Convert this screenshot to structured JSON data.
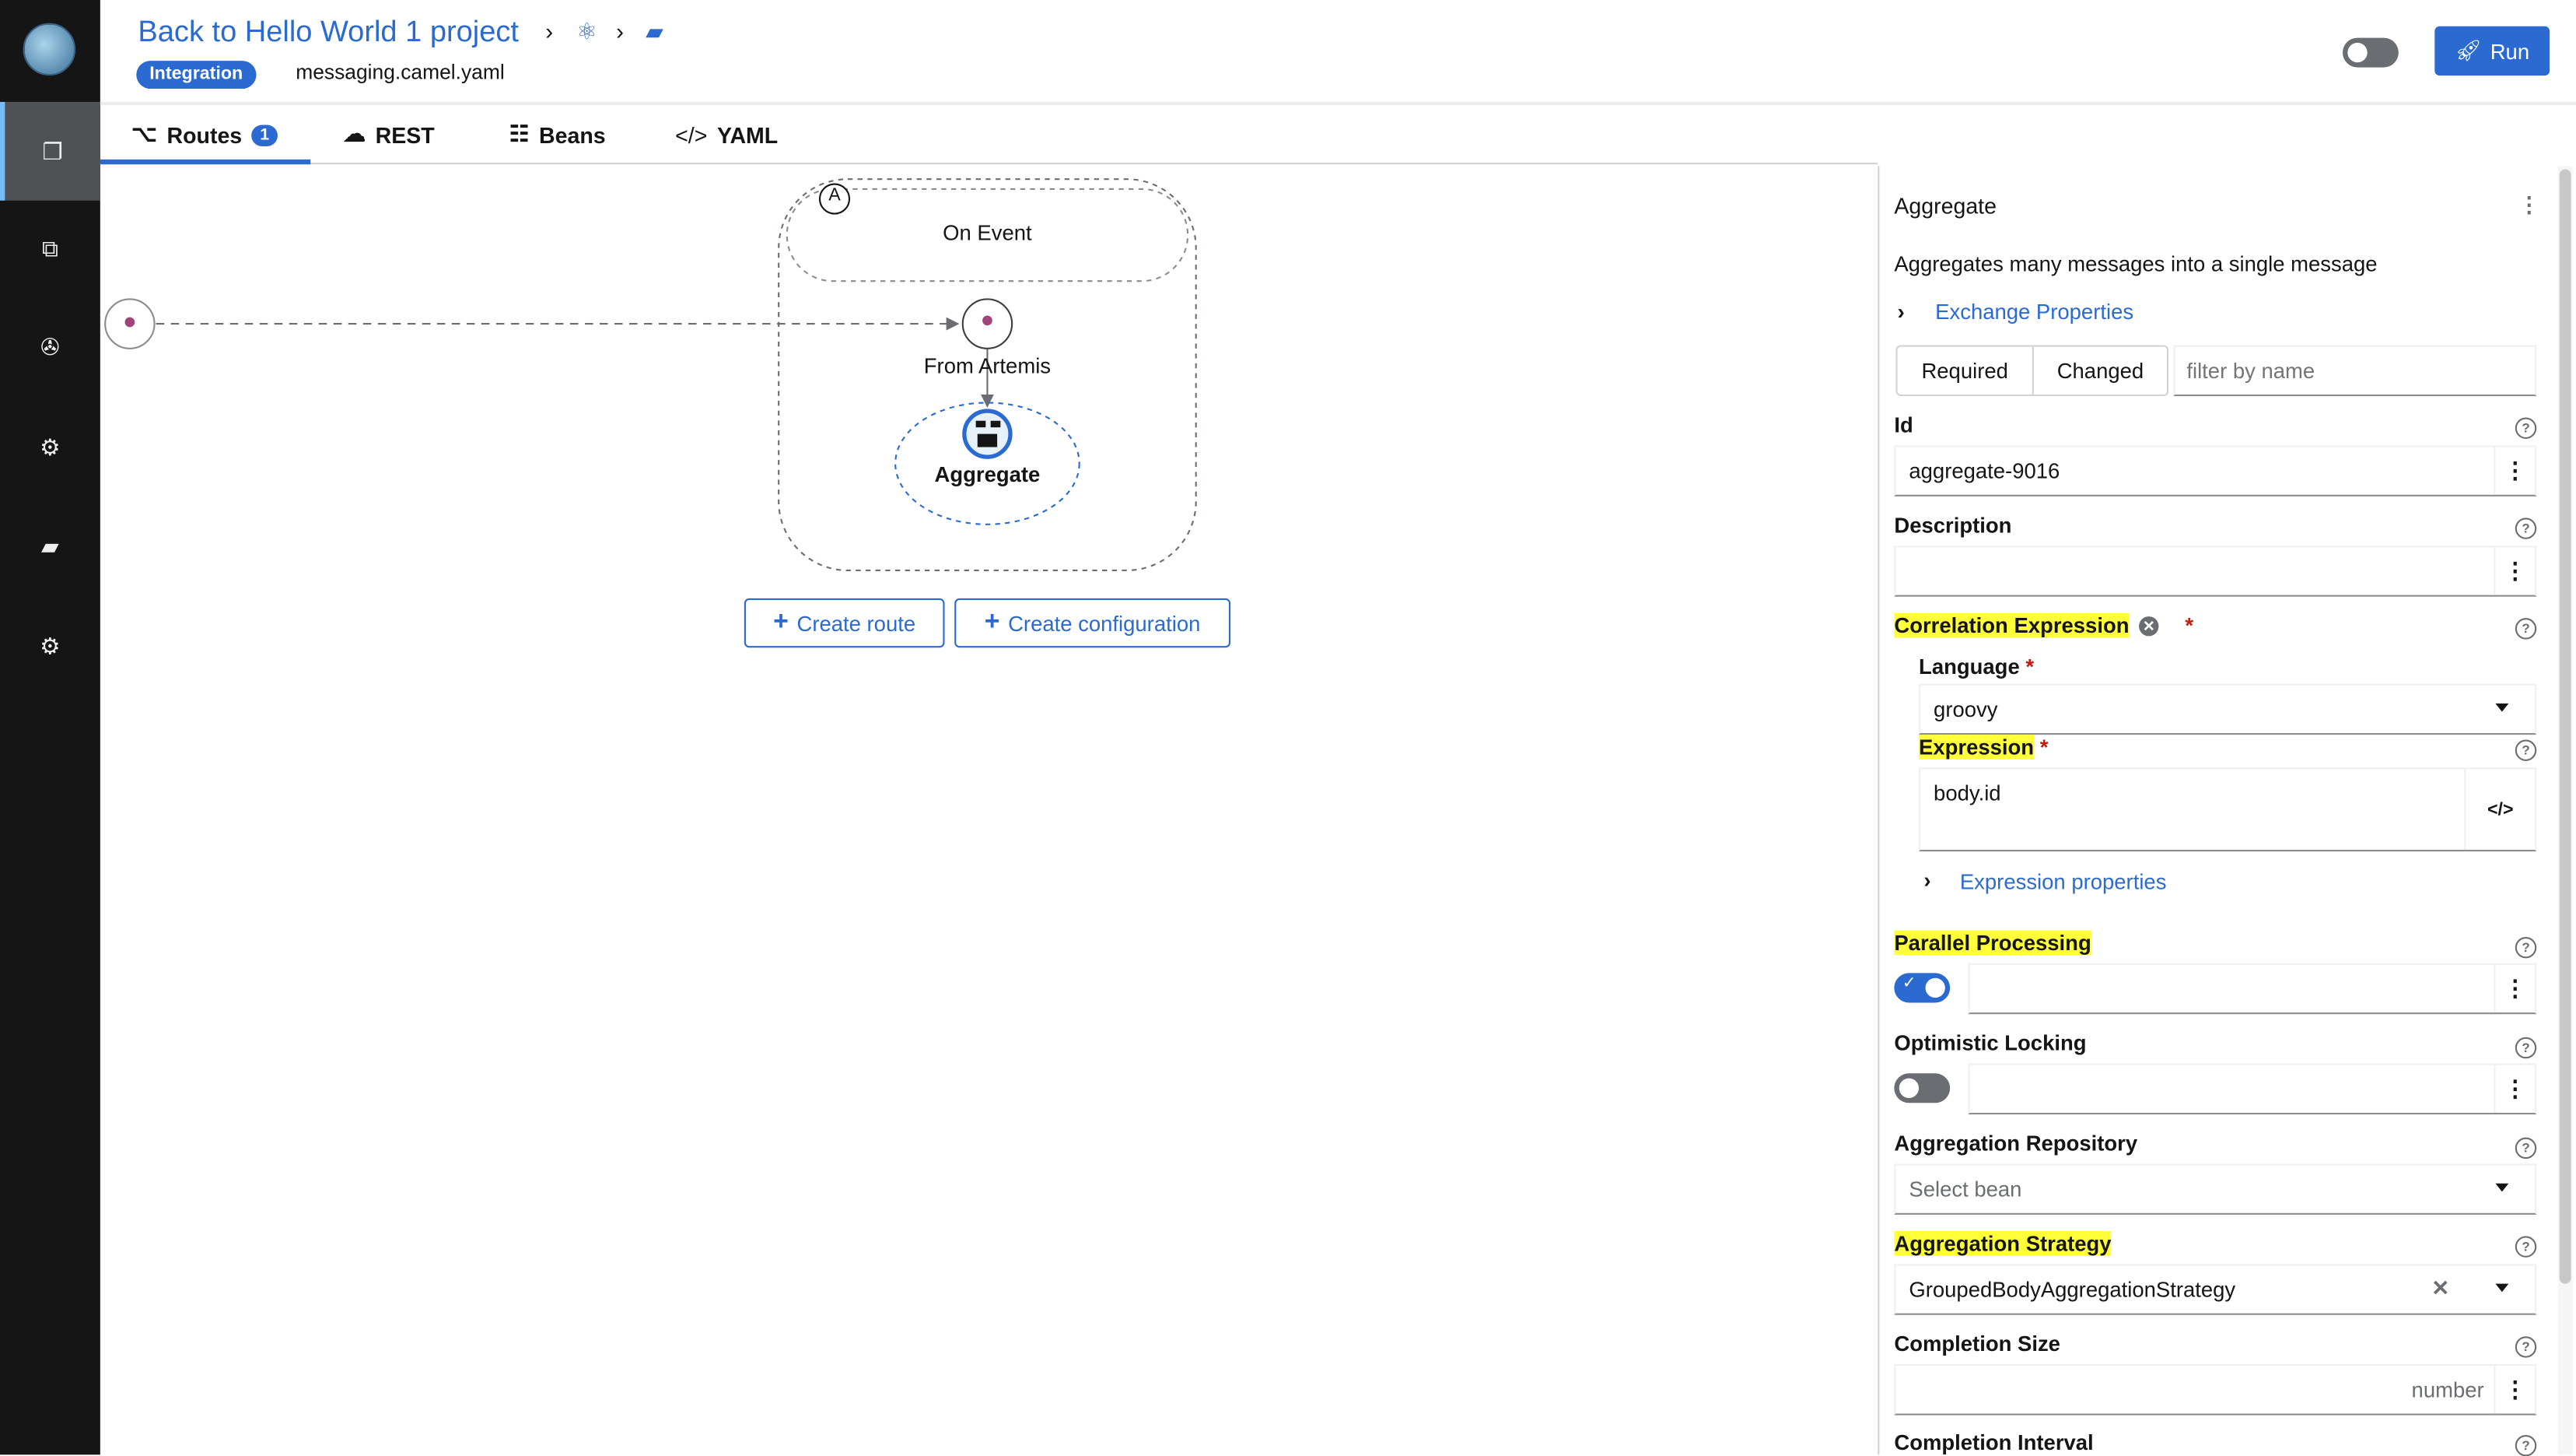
{
  "header": {
    "back_link": "Back to Hello World 1 project",
    "badge": "Integration",
    "filename": "messaging.camel.yaml",
    "run_label": "Run",
    "toggle_on": false
  },
  "sidebar": {
    "items": [
      "routes-icon",
      "copy-icon",
      "bug-icon",
      "cubes-icon",
      "book-icon",
      "settings-icon"
    ],
    "active": 0
  },
  "tabs": [
    {
      "label": "Routes",
      "count": "1",
      "active": true
    },
    {
      "label": "REST"
    },
    {
      "label": "Beans"
    },
    {
      "label": "YAML"
    }
  ],
  "canvas": {
    "group_badge": "A",
    "group_label": "On Event",
    "nodes": [
      {
        "label": "From Artemis",
        "icon": "activemq-icon"
      },
      {
        "label": "Aggregate",
        "icon": "aggregate-icon",
        "selected": true
      }
    ],
    "create_route": "Create route",
    "create_configuration": "Create configuration"
  },
  "panel": {
    "title": "Aggregate",
    "description": "Aggregates many messages into a single message",
    "exchange_properties": "Exchange Properties",
    "filter_tabs": [
      "Required",
      "Changed"
    ],
    "filter_placeholder": "filter by name",
    "fields": {
      "id": {
        "label": "Id",
        "value": "aggregate-9016"
      },
      "description": {
        "label": "Description",
        "value": ""
      },
      "correlation": {
        "label": "Correlation Expression",
        "language_label": "Language",
        "language": "groovy",
        "expression_label": "Expression",
        "expression": "body.id",
        "expression_properties": "Expression properties"
      },
      "parallel_processing": {
        "label": "Parallel Processing",
        "on": true
      },
      "optimistic_locking": {
        "label": "Optimistic Locking",
        "on": false
      },
      "aggregation_repository": {
        "label": "Aggregation Repository",
        "placeholder": "Select bean"
      },
      "aggregation_strategy": {
        "label": "Aggregation Strategy",
        "value": "GroupedBodyAggregationStrategy"
      },
      "completion_size": {
        "label": "Completion Size",
        "placeholder": "number"
      },
      "completion_interval": {
        "label": "Completion Interval"
      }
    }
  },
  "colors": {
    "accent": "#2b6ad0",
    "highlight": "#ffff3a",
    "sidebar": "#151515"
  }
}
